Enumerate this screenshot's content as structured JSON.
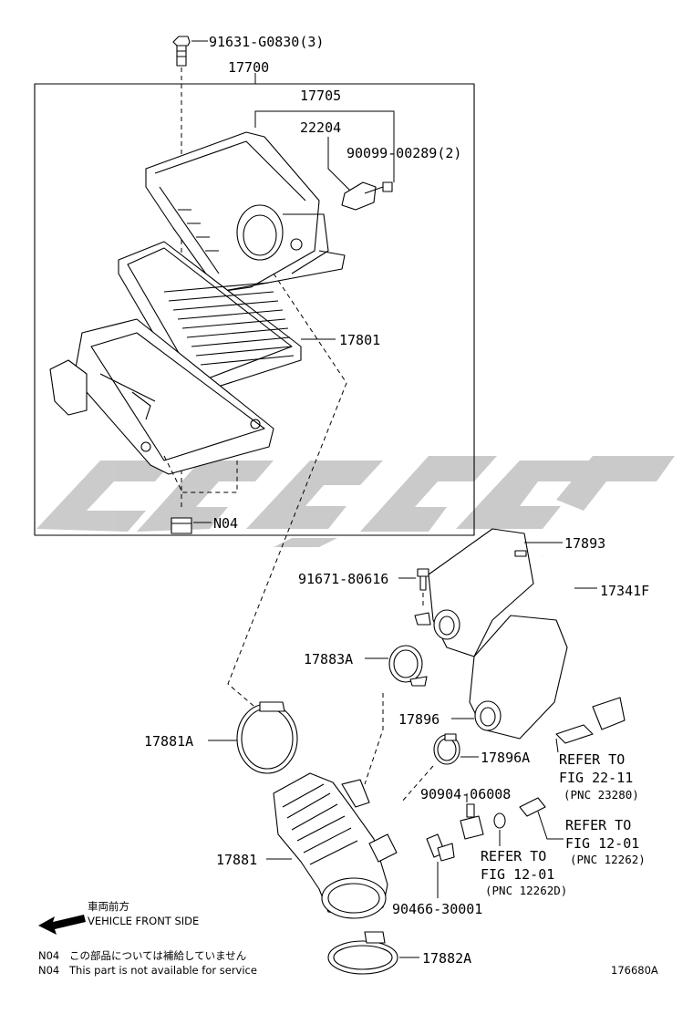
{
  "labels": {
    "bolt_top": "91631-G0830(3)",
    "assy": "17700",
    "cap": "17705",
    "sensor": "22204",
    "screw": "90099-00289(2)",
    "element": "17801",
    "n04": "N04",
    "resonator": "17893",
    "hose": "17341F",
    "bolt_res": "91671-80616",
    "clamp_a": "17883A",
    "resonator2": "17896",
    "clamp_b": "17881A",
    "clamp_c": "17896A",
    "valve": "90904-06008",
    "hose_inlet": "17881",
    "union": "90466-30001",
    "clamp_d": "17882A"
  },
  "refs": [
    {
      "line1": "REFER TO",
      "line2": "FIG 22-11",
      "line3": "(PNC 23280)"
    },
    {
      "line1": "REFER TO",
      "line2": "FIG 12-01",
      "line3": "(PNC 12262)"
    },
    {
      "line1": "REFER TO",
      "line2": "FIG 12-01",
      "line3": "(PNC 12262D)"
    }
  ],
  "legend": {
    "direction_jp": "車両前方",
    "direction_en": "VEHICLE FRONT SIDE",
    "note_code_1": "N04",
    "note_jp": "この部品については補給していません",
    "note_code_2": "N04",
    "note_en": "This part is not available for service"
  },
  "figure_id": "176680A",
  "watermark_color": "#c8c8c8"
}
